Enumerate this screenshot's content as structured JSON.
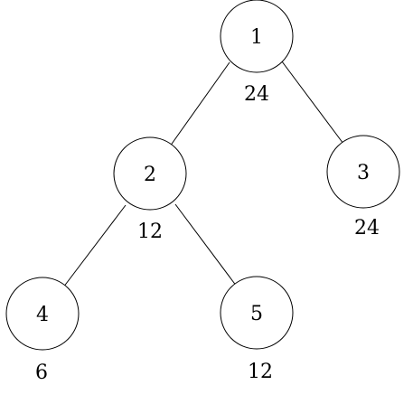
{
  "diagram": {
    "nodes": [
      {
        "id": "1",
        "label": "1",
        "value": "24"
      },
      {
        "id": "2",
        "label": "2",
        "value": "12"
      },
      {
        "id": "3",
        "label": "3",
        "value": "24"
      },
      {
        "id": "4",
        "label": "4",
        "value": "6"
      },
      {
        "id": "5",
        "label": "5",
        "value": "12"
      }
    ],
    "edges": [
      {
        "from": "1",
        "to": "2"
      },
      {
        "from": "1",
        "to": "3"
      },
      {
        "from": "2",
        "to": "4"
      },
      {
        "from": "2",
        "to": "5"
      }
    ],
    "colors": {
      "stroke": "#000000",
      "fill": "#ffffff",
      "text": "#000000"
    }
  }
}
